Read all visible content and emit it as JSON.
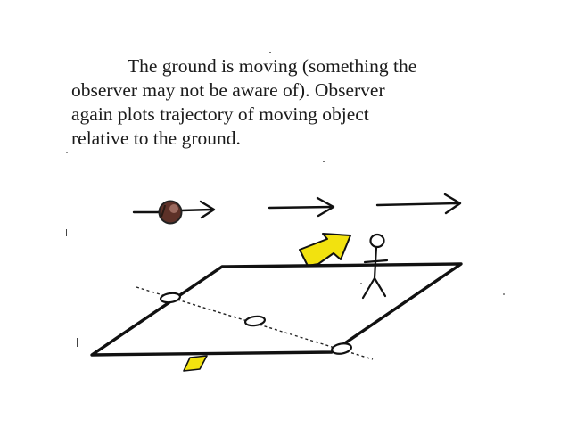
{
  "caption": {
    "lines": [
      "The ground is moving (something the",
      "observer may not be aware of).  Observer",
      "again plots trajectory of moving object",
      "relative to the ground."
    ]
  },
  "colors": {
    "ink": "#111111",
    "ball": "#6b3a30",
    "ground_motion_arrow": "#f2e20f",
    "trajectory": "#222222"
  },
  "icons": {
    "moving_object": "ball-icon",
    "observer": "stick-figure-icon",
    "ground_motion": "yellow-arrow-icon"
  }
}
